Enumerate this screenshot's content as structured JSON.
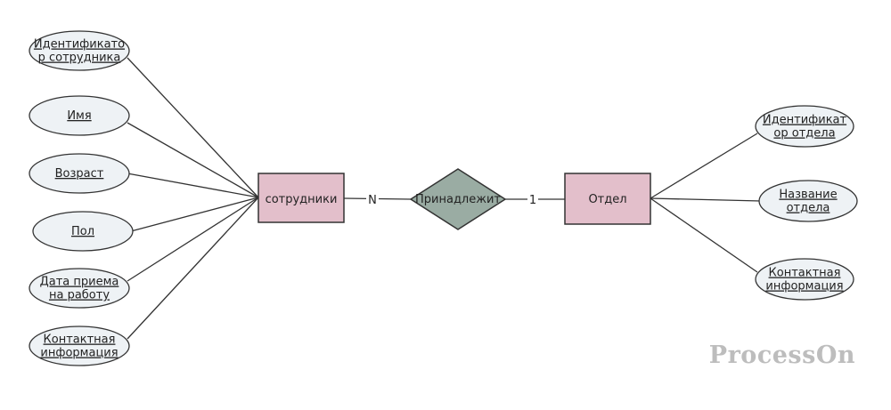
{
  "diagram": {
    "entities": [
      {
        "id": "employees",
        "label": "сотрудники"
      },
      {
        "id": "department",
        "label": "Отдел"
      }
    ],
    "relationship": {
      "label": "Принадлежит"
    },
    "cardinality": {
      "left": "N",
      "right": "1"
    },
    "employee_attributes": [
      {
        "lines": [
          "Идентификато",
          "р сотрудника"
        ]
      },
      {
        "lines": [
          "Имя"
        ]
      },
      {
        "lines": [
          "Возраст"
        ]
      },
      {
        "lines": [
          "Пол"
        ]
      },
      {
        "lines": [
          "Дата приема",
          "на работу"
        ]
      },
      {
        "lines": [
          "Контактная",
          "информация"
        ]
      }
    ],
    "department_attributes": [
      {
        "lines": [
          "Идентификат",
          "ор отдела"
        ]
      },
      {
        "lines": [
          "Название",
          "отдела"
        ]
      },
      {
        "lines": [
          "Контактная",
          "информация"
        ]
      }
    ],
    "colors": {
      "entity_fill": "#e3bfcb",
      "relationship_fill": "#9aaca3",
      "attribute_fill": "#eef2f5",
      "stroke": "#333333"
    }
  },
  "watermark": "ProcessOn"
}
